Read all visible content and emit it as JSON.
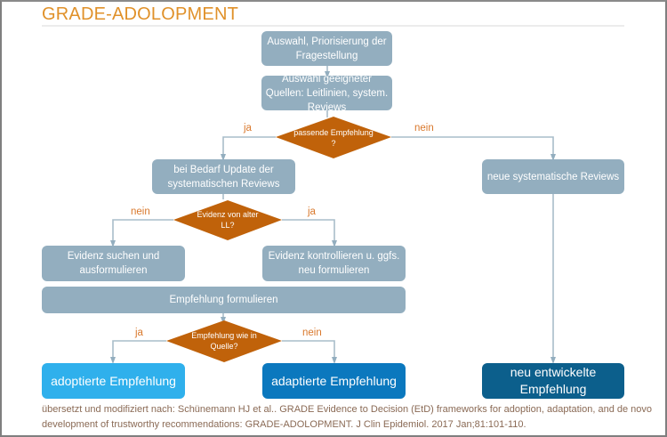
{
  "title": "GRADE-ADOLOPMENT",
  "colors": {
    "title": "#e0912a",
    "process_box": "#93aebf",
    "decision": "#c0620a",
    "label": "#d9782c",
    "adopted": "#2fb0ec",
    "adapted": "#0b78be",
    "new_developed": "#0c5f8c",
    "connector": "#93aebf"
  },
  "nodes": {
    "prioritize": "Auswahl, Priorisierung der Fragestellung",
    "select_sources": "Auswahl geeigneter Quellen: Leitlinien, system. Reviews",
    "decision_suitable": "passende Empfehlung ?",
    "update_reviews": "bei Bedarf Update der systematischen Reviews",
    "new_reviews": "neue systematische Reviews",
    "decision_evidence": "Evidenz von alter LL?",
    "search_evidence": "Evidenz suchen und ausformulieren",
    "check_evidence": "Evidenz kontrollieren u. ggfs. neu formulieren",
    "formulate": "Empfehlung formulieren",
    "decision_same": "Empfehlung wie in Quelle?",
    "adopted": "adoptierte Empfehlung",
    "adapted": "adaptierte Empfehlung",
    "new_developed": "neu entwickelte Empfehlung"
  },
  "edge_labels": {
    "suitable_yes": "ja",
    "suitable_no": "nein",
    "evidence_no": "nein",
    "evidence_yes": "ja",
    "same_yes": "ja",
    "same_no": "nein"
  },
  "citation": "übersetzt und modifiziert nach: Schünemann HJ et al.. GRADE Evidence to Decision (EtD) frameworks for adoption, adaptation, and de novo development of trustworthy recommendations: GRADE-ADOLOPMENT. J Clin Epidemiol. 2017 Jan;81:101-110."
}
